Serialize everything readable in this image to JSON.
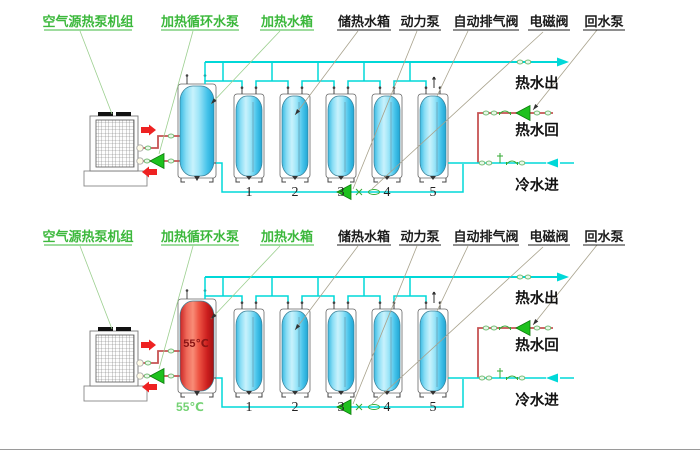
{
  "colors": {
    "pipe_cyan": "#00d8d8",
    "pipe_red": "#c65353",
    "flow_arrow_red": "#ee2222",
    "valve_green": "#1ec11e",
    "fitting_green": "#55aa55",
    "callout_green": "#3cb83c",
    "callout_black": "#1c1c1c",
    "tank_cyan_light": "#c8f2fc",
    "tank_cyan_dark": "#1ea5d4",
    "tank_red_light": "#f88c77",
    "tank_red_dark": "#a01111"
  },
  "top_diagram": {
    "callouts": {
      "heat_pump_unit": "空气源热泵机组",
      "heating_circulation_pump": "加热循环水泵",
      "heating_tank": "加热水箱",
      "storage_tank": "储热水箱",
      "power_pump": "动力泵",
      "auto_air_vent": "自动排气阀",
      "solenoid_valve": "电磁阀",
      "return_pump": "回水泵"
    },
    "flow_labels": {
      "hot_water_out": "热水出",
      "hot_water_return": "热水回",
      "cold_water_in": "冷水进"
    },
    "tank_numbers": [
      "1",
      "2",
      "3",
      "4",
      "5"
    ]
  },
  "bottom_diagram": {
    "callouts": {
      "heat_pump_unit": "空气源热泵机组",
      "heating_circulation_pump": "加热循环水泵",
      "heating_tank": "加热水箱",
      "storage_tank": "储热水箱",
      "power_pump": "动力泵",
      "auto_air_vent": "自动排气阀",
      "solenoid_valve": "电磁阀",
      "return_pump": "回水泵"
    },
    "flow_labels": {
      "hot_water_out": "热水出",
      "hot_water_return": "热水回",
      "cold_water_in": "冷水进"
    },
    "tank_numbers": [
      "1",
      "2",
      "3",
      "4",
      "5"
    ],
    "heating_tank_temperature": "55℃",
    "temperature_label_below_tank": "55℃"
  }
}
